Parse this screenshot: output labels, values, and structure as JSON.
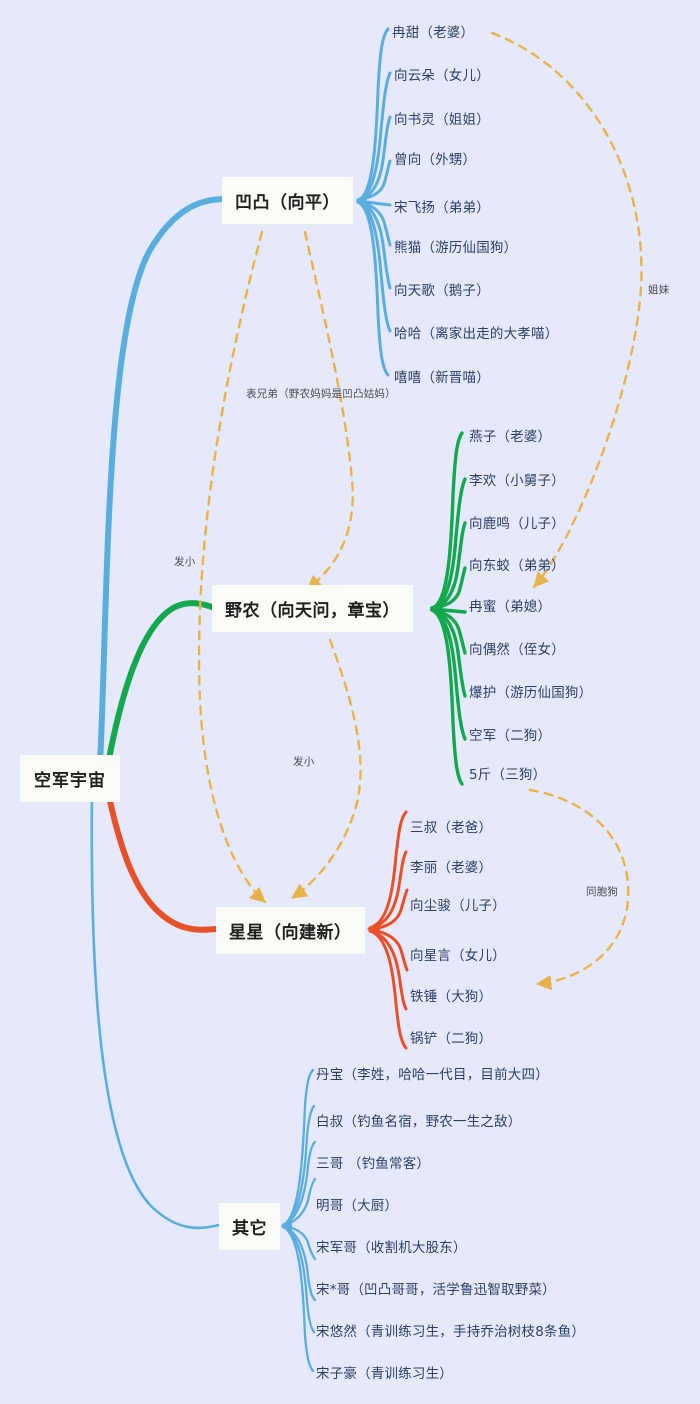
{
  "diagram": {
    "title": "空军宇宙",
    "background_color": "#e5e9fb",
    "node_fill": "#fbfbf7",
    "leaf_text_color": "#2b3f63",
    "relation_line_color": "#e8b24a"
  },
  "root": {
    "label": "空军宇宙"
  },
  "branches": [
    {
      "id": "aotu",
      "label": "凹凸（向平）",
      "color": "#5aaede",
      "children": [
        {
          "label": "冉甜（老婆）"
        },
        {
          "label": "向云朵（女儿）"
        },
        {
          "label": "向书灵（姐姐）"
        },
        {
          "label": "曾向（外甥）"
        },
        {
          "label": "宋飞扬（弟弟）"
        },
        {
          "label": "熊猫（游历仙国狗）"
        },
        {
          "label": "向天歌（鹅子）"
        },
        {
          "label": "哈哈（离家出走的大孝喵）"
        },
        {
          "label": "嘻嘻（新晋喵）"
        }
      ]
    },
    {
      "id": "yenong",
      "label": "野农（向天问，章宝）",
      "color": "#13a84e",
      "children": [
        {
          "label": "燕子（老婆）"
        },
        {
          "label": "李欢（小舅子）"
        },
        {
          "label": "向鹿鸣（儿子）"
        },
        {
          "label": "向东蛟（弟弟）"
        },
        {
          "label": "冉蜜（弟媳）"
        },
        {
          "label": "向偶然（侄女）"
        },
        {
          "label": "爆护（游历仙国狗）"
        },
        {
          "label": "空军（二狗）"
        },
        {
          "label": "5斤（三狗）"
        }
      ]
    },
    {
      "id": "xingxing",
      "label": "星星（向建新）",
      "color": "#e8502a",
      "children": [
        {
          "label": "三叔（老爸）"
        },
        {
          "label": "李丽（老婆）"
        },
        {
          "label": "向尘骏（儿子）"
        },
        {
          "label": "向星言（女儿）"
        },
        {
          "label": "铁锤（大狗）"
        },
        {
          "label": "锅铲（二狗）"
        }
      ]
    },
    {
      "id": "qita",
      "label": "其它",
      "color": "#5aaede",
      "children": [
        {
          "label": "丹宝（李姓，哈哈一代目，目前大四）"
        },
        {
          "label": "白叔（钓鱼名宿，野农一生之敌）"
        },
        {
          "label": "三哥 （钓鱼常客）"
        },
        {
          "label": "明哥（大厨）"
        },
        {
          "label": "宋军哥（收割机大股东）"
        },
        {
          "label": "宋*哥（凹凸哥哥，活学鲁迅智取野菜）"
        },
        {
          "label": "宋悠然（青训练习生，手持乔治树枝8条鱼）"
        },
        {
          "label": "宋子豪（青训练习生）"
        }
      ]
    }
  ],
  "relations": [
    {
      "id": "biao-xiong-di",
      "label": "表兄弟（野农妈妈是凹凸姑妈）"
    },
    {
      "id": "jie-mei",
      "label": "姐妹"
    },
    {
      "id": "fa-xiao-1",
      "label": "发小"
    },
    {
      "id": "fa-xiao-2",
      "label": "发小"
    },
    {
      "id": "tong-bao-gou",
      "label": "同胞狗"
    }
  ]
}
